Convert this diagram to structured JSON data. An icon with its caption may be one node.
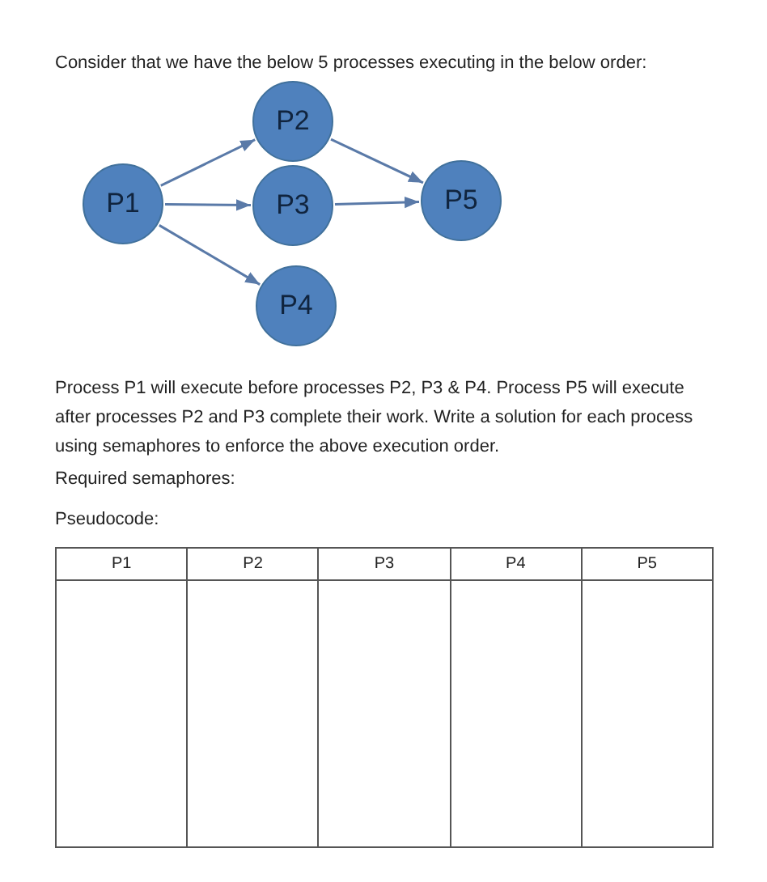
{
  "diagram": {
    "title": "Consider that we have the below 5 processes executing in the below order:",
    "nodes": [
      {
        "text": [
          "P1"
        ]
      },
      {
        "text": [
          "P2"
        ]
      },
      {
        "text": [
          "P3"
        ]
      },
      {
        "text": [
          "P4"
        ]
      },
      {
        "text": [
          "P5"
        ]
      }
    ],
    "edges": [
      {
        "from": 0,
        "to": 1,
        "arrow": "to"
      },
      {
        "from": 0,
        "to": 2,
        "arrow": "to"
      },
      {
        "from": 0,
        "to": 3,
        "arrow": "to"
      },
      {
        "from": 1,
        "to": 4,
        "arrow": "to"
      },
      {
        "from": 2,
        "to": 4,
        "arrow": "to"
      }
    ],
    "labels": [
      "Process P1 will execute before processes P2, P3 & P4. Process P5 will execute after processes P2 and P3 complete their work. Write a solution for each process using semaphores to enforce the above execution order.",
      "Required semaphores:",
      "Pseudocode:",
      "P1",
      "P2",
      "P3",
      "P4",
      "P5"
    ]
  }
}
